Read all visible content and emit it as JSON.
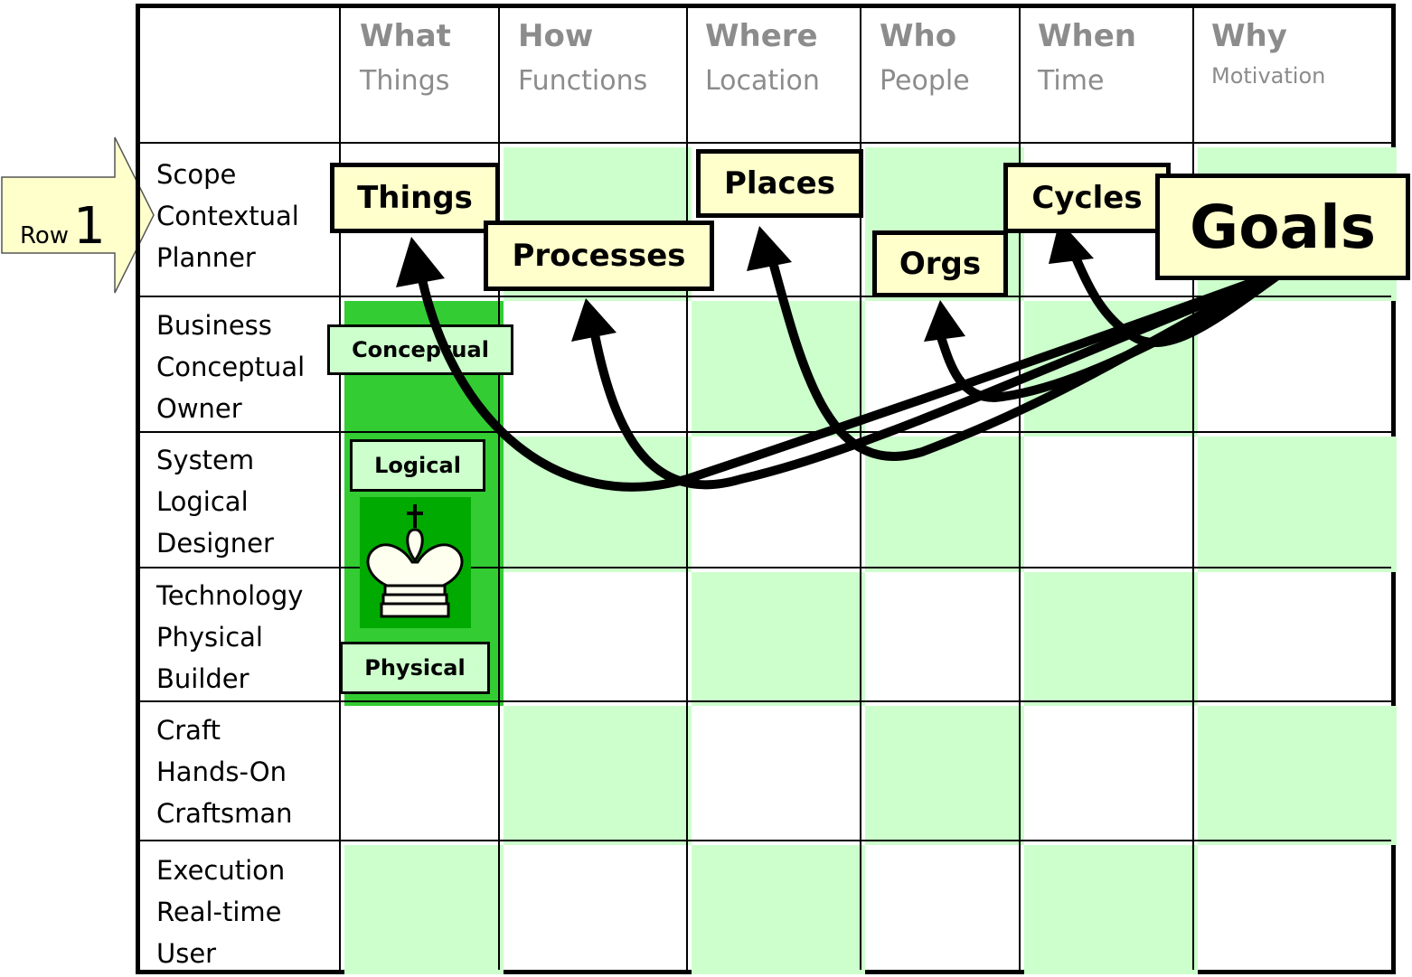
{
  "columns": [
    {
      "title": "What",
      "subtitle": "Things"
    },
    {
      "title": "How",
      "subtitle": "Functions"
    },
    {
      "title": "Where",
      "subtitle": "Location"
    },
    {
      "title": "Who",
      "subtitle": "People"
    },
    {
      "title": "When",
      "subtitle": "Time"
    },
    {
      "title": "Why",
      "subtitle": "Motivation"
    }
  ],
  "rows": [
    {
      "line1": "Scope",
      "line2": "Contextual",
      "line3": "Planner"
    },
    {
      "line1": "Business",
      "line2": "Conceptual",
      "line3": "Owner"
    },
    {
      "line1": "System",
      "line2": "Logical",
      "line3": "Designer"
    },
    {
      "line1": "Technology",
      "line2": "Physical",
      "line3": "Builder"
    },
    {
      "line1": "Craft",
      "line2": "Hands-On",
      "line3": "Craftsman"
    },
    {
      "line1": "Execution",
      "line2": "Real-time",
      "line3": "User"
    }
  ],
  "row_pointer": {
    "word": "Row",
    "number": "1"
  },
  "scope_boxes": {
    "things": "Things",
    "processes": "Processes",
    "places": "Places",
    "orgs": "Orgs",
    "cycles": "Cycles",
    "goals": "Goals"
  },
  "what_column_boxes": {
    "conceptual": "Conceptual",
    "logical": "Logical",
    "physical": "Physical"
  },
  "colors": {
    "light_green": "#ccffcc",
    "bright_green": "#33cc33",
    "box_yellow": "#ffffcc",
    "header_gray": "#8c8c8c",
    "pointer_fill": "#ffffcc"
  },
  "icons": {
    "king": "chess-king-icon"
  }
}
